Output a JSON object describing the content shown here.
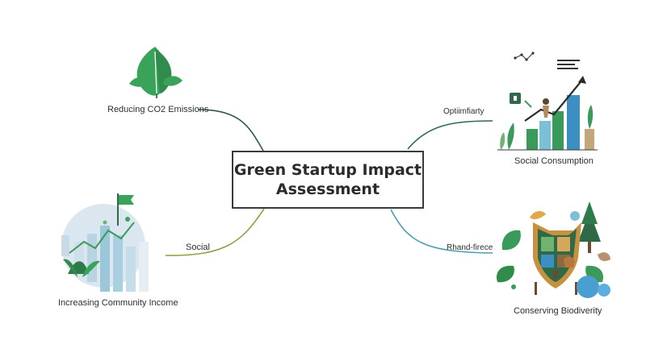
{
  "central_topic": "Green Startup Impact Assessment",
  "nodes": {
    "top_left": {
      "label": "Reducing CO2 Emissions",
      "icon": "leaf-icon"
    },
    "bottom_left": {
      "label": "Increasing Community Income",
      "branch_label": "Social",
      "icon": "community-growth-illustration"
    },
    "top_right": {
      "label": "Social Consumption",
      "branch_label": "Optiimfiarty",
      "icon": "growth-bar-chart-illustration"
    },
    "bottom_right": {
      "label": "Conserving Biodiverity",
      "branch_label": "Rhand-firece",
      "icon": "biodiversity-shield-illustration"
    }
  },
  "colors": {
    "leaf_green": "#3aa35a",
    "branch_top_left": "#2f5a3e",
    "branch_bottom_left": "#8aa444",
    "branch_top_right": "#2e6a4a",
    "branch_bottom_right": "#4a9fb5",
    "bar_blue": "#3b8fc2",
    "bar_green": "#3a9a5c"
  }
}
